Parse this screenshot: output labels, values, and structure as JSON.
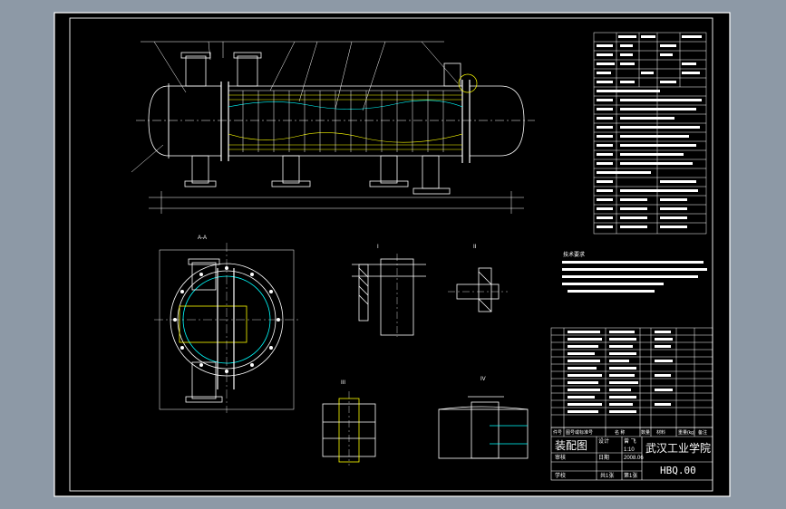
{
  "viewport": {
    "background": "#8d99a6",
    "sheet": "#000000",
    "line": "#ffffff",
    "accent": "#ffff00",
    "alt": "#00ffff"
  },
  "sections": {
    "section_aa": "A-A",
    "detail_1": "I",
    "detail_2": "II",
    "detail_3": "III",
    "detail_4": "IV",
    "notes_title": "技术要求"
  },
  "title_block": {
    "drawing_title": "装配图",
    "school": "武汉工业学院",
    "drawing_number": "HBQ.00",
    "scale": "1:10",
    "design_label": "设计",
    "design_name": "曾 飞",
    "check_label": "审核",
    "date_label": "日期",
    "date_value": "2008.06",
    "school_left": "学校",
    "sheet_label": "共1张",
    "page_label": "第1张",
    "col_no": "件号",
    "col_code": "图号或标准号",
    "col_name": "名 称",
    "col_qty": "数量",
    "col_mat": "材料",
    "col_weight": "重量(kg)",
    "col_note": "备注"
  }
}
